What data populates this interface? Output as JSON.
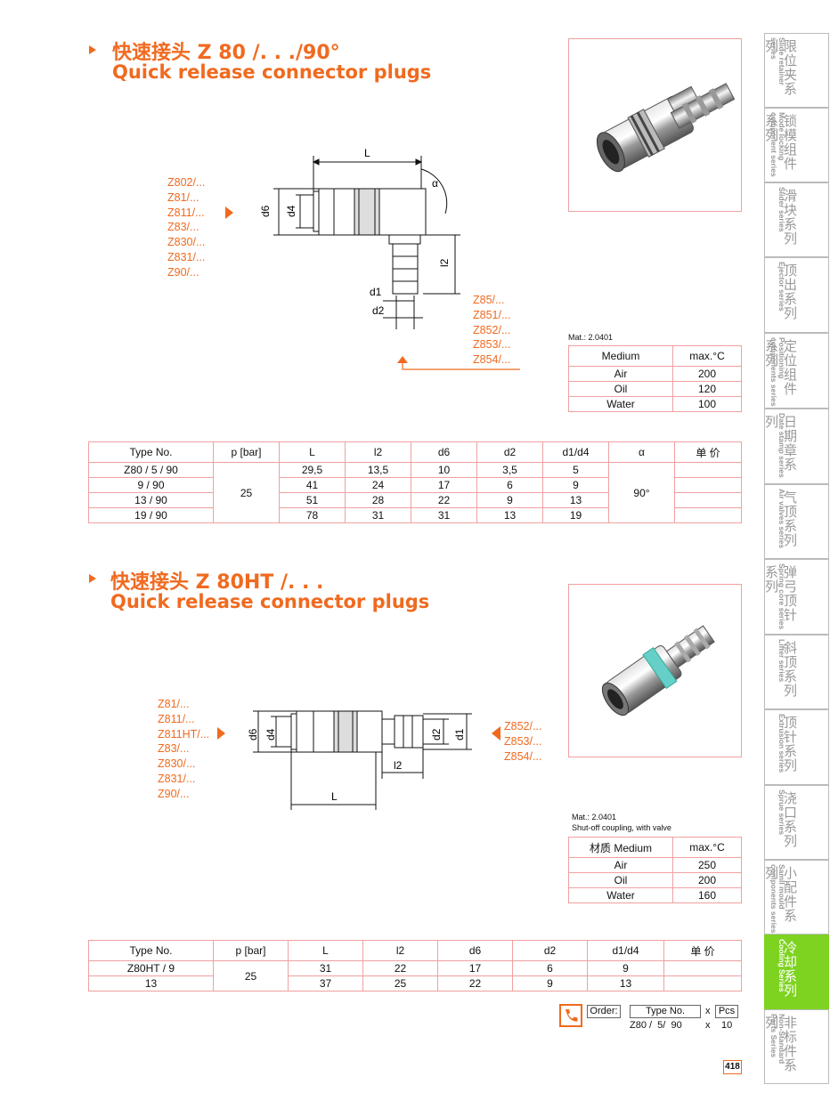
{
  "section1": {
    "title_zh": "快速接头 Z 80 /. . ./90°",
    "title_en": "Quick release connector plugs",
    "left_models": [
      "Z802/...",
      "Z81/...",
      "Z811/...",
      "Z83/...",
      "Z830/...",
      "Z831/...",
      "Z90/..."
    ],
    "right_models": [
      "Z85/...",
      "Z851/...",
      "Z852/...",
      "Z853/...",
      "Z854/..."
    ],
    "dims": {
      "L": "L",
      "d6": "d6",
      "d4": "d4",
      "alpha": "α",
      "l2": "l2",
      "d1": "d1",
      "d2": "d2"
    },
    "mat": "Mat.: 2.0401",
    "medium_table": {
      "headers": [
        "Medium",
        "max.°C"
      ],
      "rows": [
        [
          "Air",
          "200"
        ],
        [
          "Oil",
          "120"
        ],
        [
          "Water",
          "100"
        ]
      ]
    },
    "spec_table": {
      "headers": [
        "Type No.",
        "p [bar]",
        "L",
        "l2",
        "d6",
        "d2",
        "d1/d4",
        "α",
        "单 价"
      ],
      "rows": [
        [
          "Z80 /   5 / 90",
          "29,5",
          "13,5",
          "10",
          "3,5",
          "5"
        ],
        [
          "9 / 90",
          "41",
          "24",
          "17",
          "6",
          "9"
        ],
        [
          "13 / 90",
          "51",
          "28",
          "22",
          "9",
          "13"
        ],
        [
          "19 / 90",
          "78",
          "31",
          "31",
          "13",
          "19"
        ]
      ],
      "pressure": "25",
      "angle": "90°"
    }
  },
  "section2": {
    "title_zh": "快速接头 Z 80HT /. . .",
    "title_en": "Quick release connector plugs",
    "left_models": [
      "Z81/...",
      "Z811/...",
      "Z811HT/...",
      "Z83/...",
      "Z830/...",
      "Z831/...",
      "Z90/..."
    ],
    "right_models": [
      "Z852/...",
      "Z853/...",
      "Z854/..."
    ],
    "dims": {
      "d6": "d6",
      "d4": "d4",
      "d2": "d2",
      "d1": "d1",
      "l2": "l2",
      "L": "L"
    },
    "mat": "Mat.: 2.0401",
    "note": "Shut-off coupling, with valve",
    "medium_table": {
      "headers": [
        "材质 Medium",
        "max.°C"
      ],
      "rows": [
        [
          "Air",
          "250"
        ],
        [
          "Oil",
          "200"
        ],
        [
          "Water",
          "160"
        ]
      ]
    },
    "spec_table": {
      "headers": [
        "Type No.",
        "p [bar]",
        "L",
        "l2",
        "d6",
        "d2",
        "d1/d4",
        "单 价"
      ],
      "rows": [
        [
          "Z80HT / 9",
          "31",
          "22",
          "17",
          "6",
          "9"
        ],
        [
          "13",
          "37",
          "25",
          "22",
          "9",
          "13"
        ]
      ],
      "pressure": "25"
    }
  },
  "order": {
    "label": "Order:",
    "type_label": "Type No.",
    "x": "x",
    "pcs_label": "Pcs",
    "example_type": "Z80 /  5/  90",
    "example_x": "x",
    "example_qty": "10"
  },
  "page_number": "418",
  "side_tabs": [
    {
      "zh": "限位夹系列",
      "en": "Slide retainer series"
    },
    {
      "zh": "锁模组件系列",
      "en": "Mode locking component series"
    },
    {
      "zh": "滑块系列",
      "en": "Slider series"
    },
    {
      "zh": "顶出系列",
      "en": "Ejector series"
    },
    {
      "zh": "定位组件系列",
      "en": "Positioning components series"
    },
    {
      "zh": "日期章系列",
      "en": "Date stamp series"
    },
    {
      "zh": "气顶系列",
      "en": "Air valves series"
    },
    {
      "zh": "弹弓顶针系列",
      "en": "Spring core series"
    },
    {
      "zh": "斜顶系列",
      "en": "Lifter series"
    },
    {
      "zh": "顶针系列",
      "en": "Extrusion series"
    },
    {
      "zh": "浇口系列",
      "en": "Sprue series"
    },
    {
      "zh": "小配件系列",
      "en": "Samll mould components series"
    },
    {
      "zh": "冷却系列",
      "en": "Cooling Series",
      "active": true
    },
    {
      "zh": "非标件系列",
      "en": "Non-Standard Parts Series"
    }
  ],
  "colors": {
    "accent": "#f06a1f",
    "table_border": "#f0a0a0",
    "active_tab": "#7ed321"
  }
}
